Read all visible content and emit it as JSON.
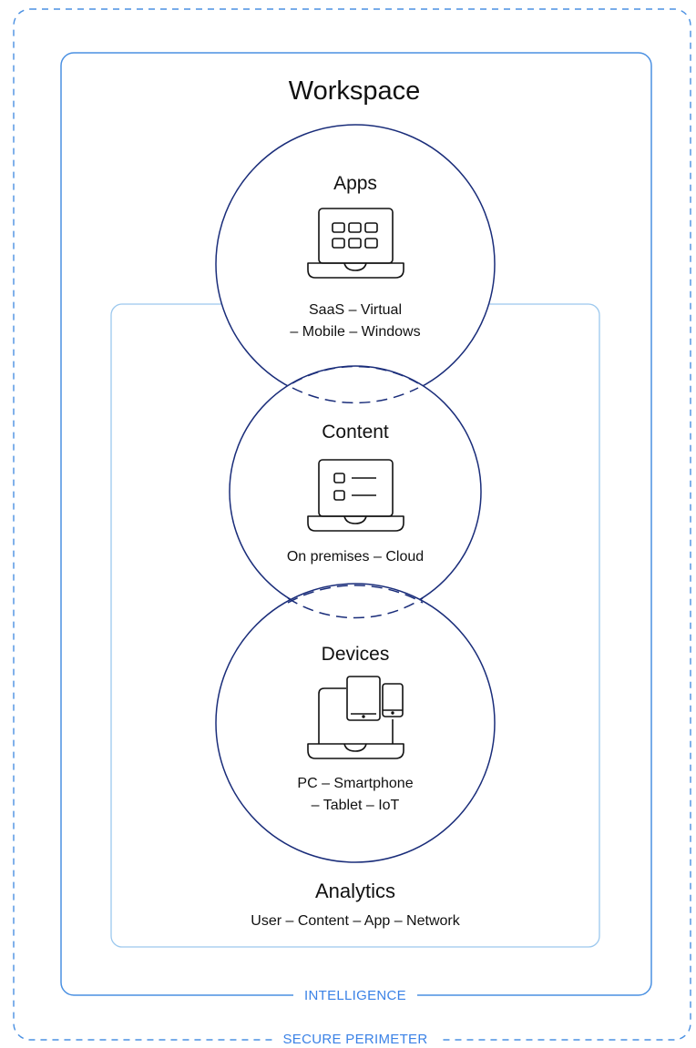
{
  "colors": {
    "frame_blue": "#4a90e2",
    "inner_frame": "#9cc8ee",
    "circle_navy": "#1a2d7a",
    "label_blue": "#3b82e6",
    "text": "#111111"
  },
  "workspace": {
    "title": "Workspace"
  },
  "apps": {
    "title": "Apps",
    "icon": "laptop-app-grid-icon",
    "line1": "SaaS – Virtual",
    "line2": "– Mobile – Windows"
  },
  "content": {
    "title": "Content",
    "icon": "laptop-checklist-icon",
    "line1": "On premises – Cloud"
  },
  "devices": {
    "title": "Devices",
    "icon": "devices-icon",
    "line1": "PC – Smartphone",
    "line2": "– Tablet – IoT"
  },
  "analytics": {
    "title": "Analytics",
    "line1": "User – Content – App – Network"
  },
  "intelligence": {
    "label": "INTELLIGENCE"
  },
  "secure_perimeter": {
    "label": "SECURE PERIMETER"
  }
}
